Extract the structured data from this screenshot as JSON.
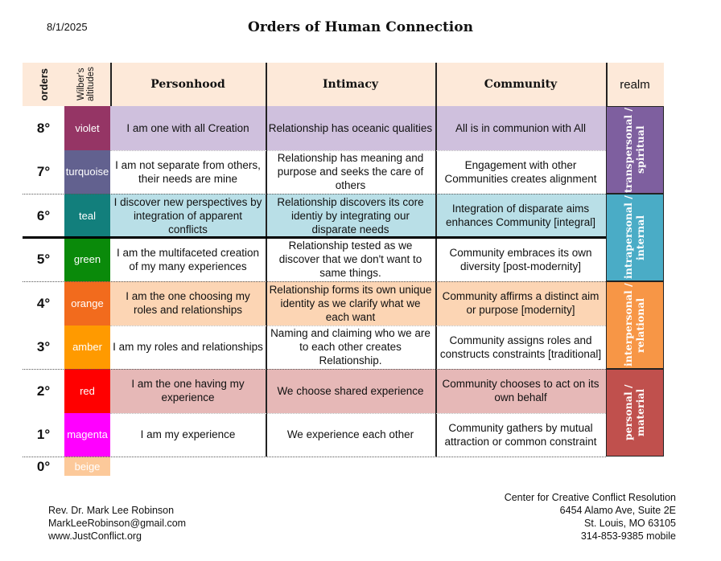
{
  "date": "8/1/2025",
  "title": "Orders of Human Connection",
  "headers": {
    "orders": "orders",
    "altitudes": "Wilber's altitudes",
    "personhood": "Personhood",
    "intimacy": "Intimacy",
    "community": "Community",
    "realm": "realm"
  },
  "rows": [
    {
      "order": "8°",
      "altitude": "violet",
      "alt_color": "#953565",
      "bg": "#cfc0dd",
      "personhood": "I am one with all Creation",
      "intimacy": "Relationship has oceanic qualities",
      "community": "All is in communion with All"
    },
    {
      "order": "7°",
      "altitude": "turquoise",
      "alt_color": "#62618f",
      "bg": "#ffffff",
      "personhood": "I am not separate from others, their needs are mine",
      "intimacy": "Relationship has meaning and purpose and seeks the care of others",
      "community": "Engagement with other Communities creates alignment"
    },
    {
      "order": "6°",
      "altitude": "teal",
      "alt_color": "#127f7c",
      "bg": "#b9dfe7",
      "personhood": "I discover new perspectives by integration of apparent conflicts",
      "intimacy": "Relationship discovers its core identiy by integrating our disparate needs",
      "community": "Integration of disparate aims enhances Community [integral]"
    },
    {
      "order": "5°",
      "altitude": "green",
      "alt_color": "#0a8a0a",
      "bg": "#ffffff",
      "personhood": "I am the multifaceted creation of my many experiences",
      "intimacy": "Relationship tested as we discover that we don't want to same things.",
      "community": "Community embraces its own diversity [post-modernity]"
    },
    {
      "order": "4°",
      "altitude": "orange",
      "alt_color": "#f26b1d",
      "bg": "#fcd5b4",
      "personhood": "I am the one choosing my roles and relationships",
      "intimacy": "Relationship forms its own unique identity as we clarify what we each want",
      "community": "Community affirms a distinct aim or purpose [modernity]"
    },
    {
      "order": "3°",
      "altitude": "amber",
      "alt_color": "#ff9a00",
      "bg": "#ffffff",
      "personhood": "I am my roles and relationships",
      "intimacy": "Naming and claiming who we are to each other creates Relationship.",
      "community": "Community assigns roles and constructs constraints [traditional]"
    },
    {
      "order": "2°",
      "altitude": "red",
      "alt_color": "#ff0000",
      "bg": "#e6b8b7",
      "personhood": "I am the one having my experience",
      "intimacy": "We choose shared experience",
      "community": "Community chooses to act on its own behalf"
    },
    {
      "order": "1°",
      "altitude": "magenta",
      "alt_color": "#ff00ff",
      "bg": "#ffffff",
      "personhood": "I am my experience",
      "intimacy": "We experience each other",
      "community": "Community gathers by mutual attraction or common constraint"
    }
  ],
  "zero": {
    "order": "0°",
    "altitude": "beige",
    "alt_color": "#fcc99a"
  },
  "realms": [
    {
      "label": "transpersonal / spiritual",
      "color": "#7e5f9f"
    },
    {
      "label": "intrapersonal / internal",
      "color": "#4aacc6"
    },
    {
      "label": "interpersonal / relational",
      "color": "#f79646"
    },
    {
      "label": "personal / material",
      "color": "#c0504d"
    }
  ],
  "footer_left": [
    "Rev. Dr. Mark Lee Robinson",
    "MarkLeeRobinson@gmail.com",
    "www.JustConflict.org"
  ],
  "footer_right": [
    "Center for Creative Conflict Resolution",
    "6454 Alamo Ave, Suite 2E",
    "St. Louis, MO  63105",
    "314-853-9385 mobile"
  ]
}
